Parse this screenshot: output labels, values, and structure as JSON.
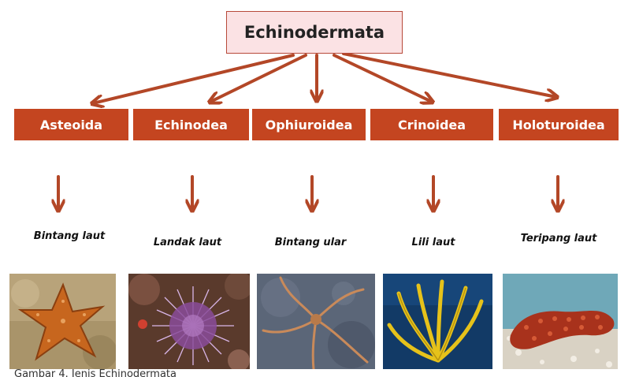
{
  "root": {
    "label": "Echinodermata"
  },
  "classes": [
    {
      "label": "Asteoida",
      "common_name": "Bintang laut"
    },
    {
      "label": "Echinodea",
      "common_name": "Landak laut"
    },
    {
      "label": "Ophiuroidea",
      "common_name": "Bintang ular"
    },
    {
      "label": "Crinoidea",
      "common_name": "Lili laut"
    },
    {
      "label": "Holoturoidea",
      "common_name": "Teripang laut"
    }
  ],
  "caption": "Gambar 4. Jenis Echinodermata",
  "colors": {
    "box_fill": "#c44520",
    "arrow": "#b34727",
    "root_fill": "#fbe2e4",
    "root_border": "#b74a3a"
  }
}
